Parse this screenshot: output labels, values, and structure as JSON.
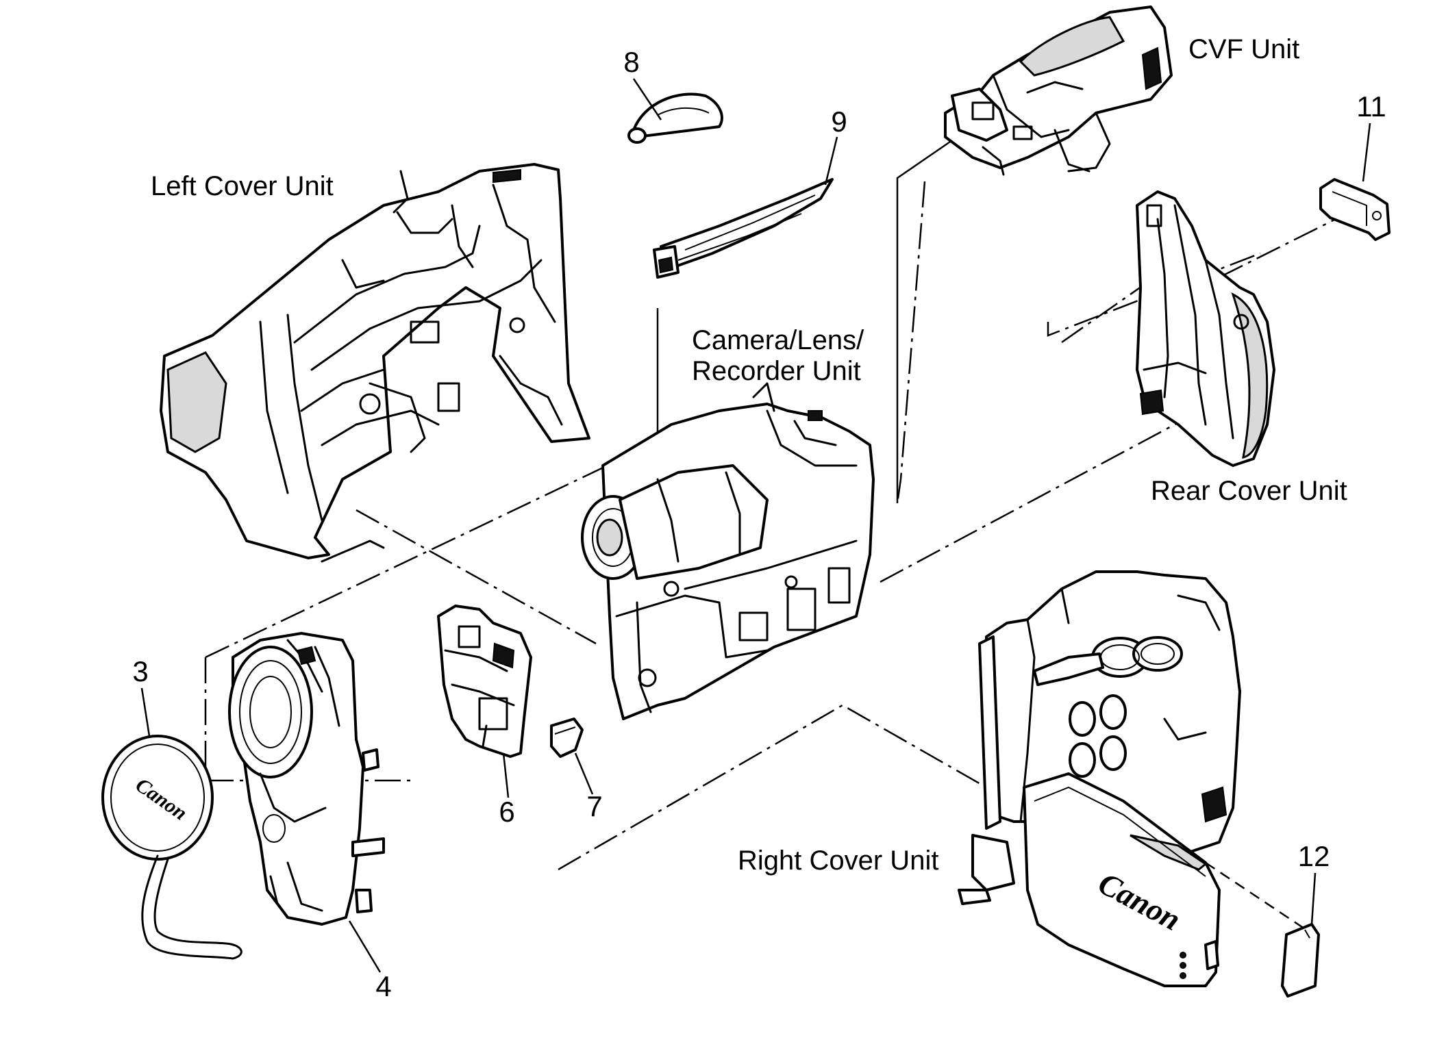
{
  "labels": {
    "left_cover": "Left Cover Unit",
    "cvf_unit": "CVF Unit",
    "camera_line1": "Camera/Lens/",
    "camera_line2": "Recorder Unit",
    "rear_cover": "Rear Cover Unit",
    "right_cover": "Right Cover Unit"
  },
  "callouts": [
    "3",
    "4",
    "6",
    "7",
    "8",
    "9",
    "11",
    "12"
  ],
  "logo_text": "Canon"
}
